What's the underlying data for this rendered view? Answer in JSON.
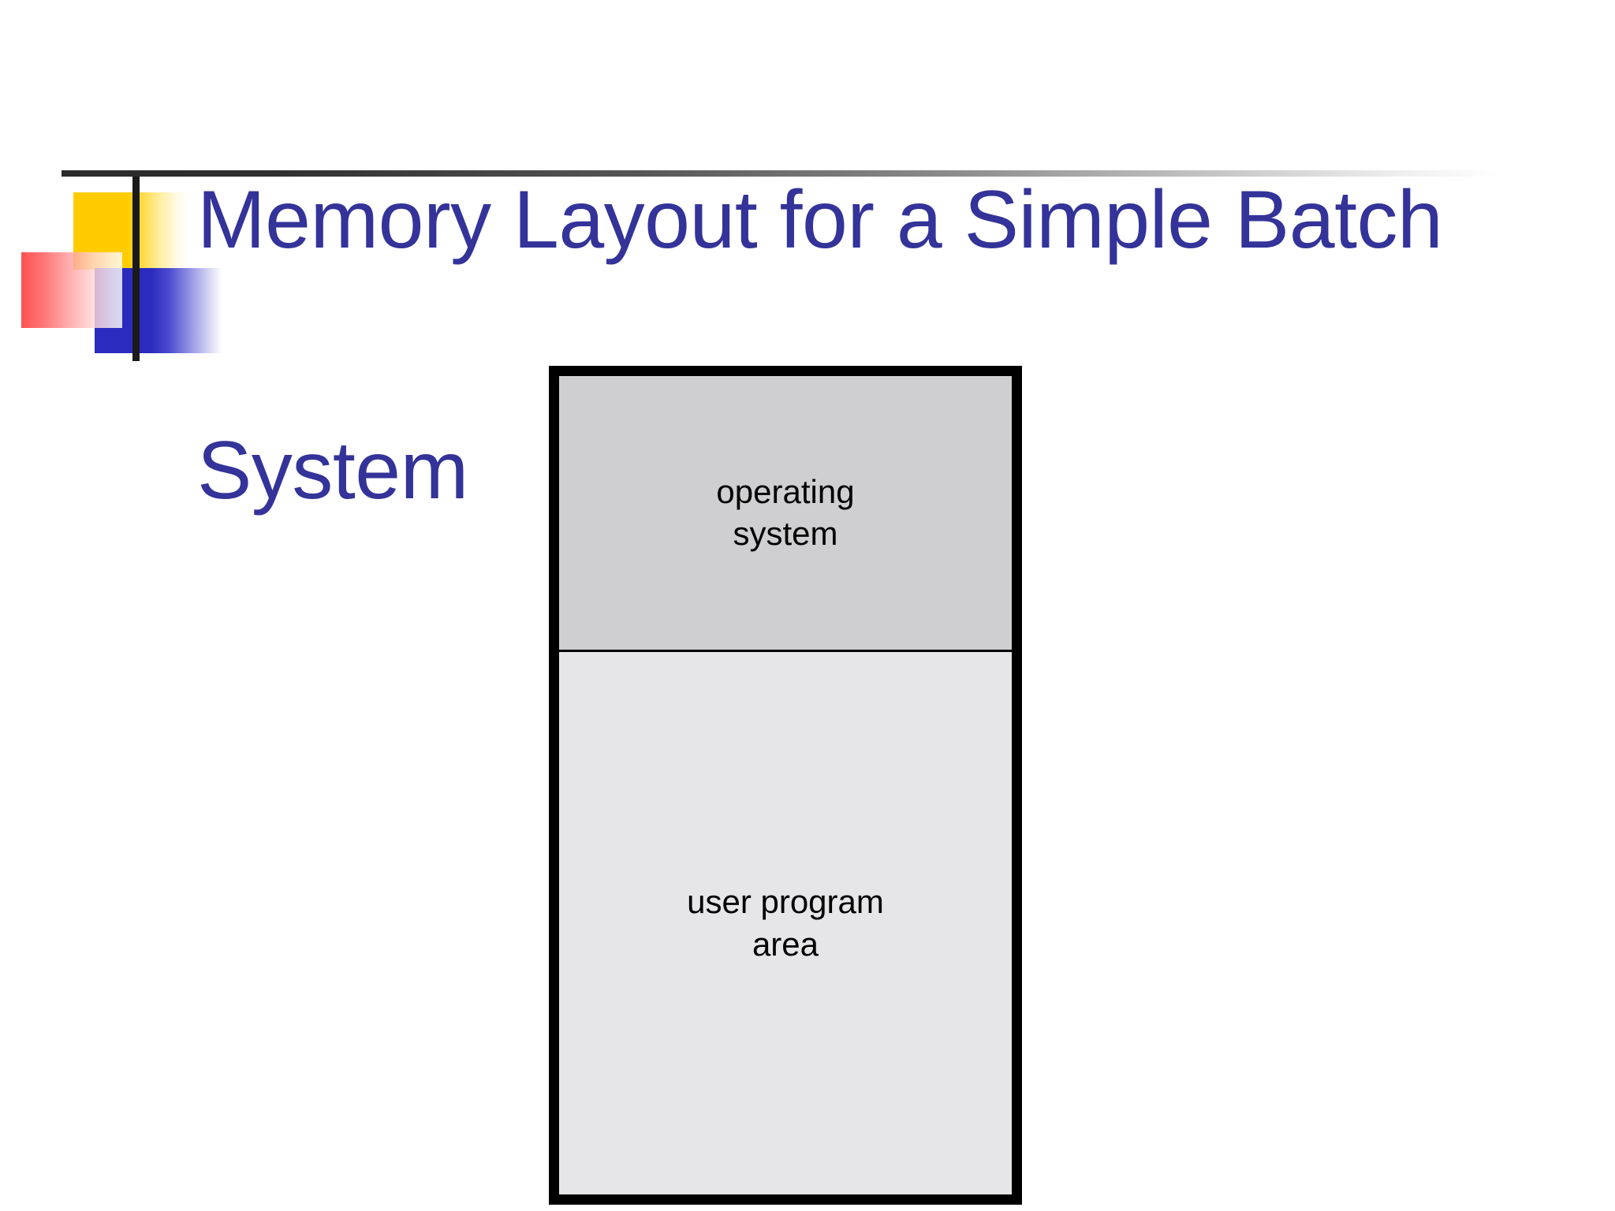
{
  "slide": {
    "title": {
      "line1": "Memory Layout for a Simple Batch",
      "line2": "System",
      "color": "#333399"
    }
  },
  "logo": {
    "name": "decorative-corner-motif",
    "colors": {
      "yellow": "#ffcc00",
      "blue": "#2b2bbf",
      "red": "#ff2b2b",
      "line": "#1a1a1a"
    }
  },
  "diagram": {
    "name": "memory-layout-diagram",
    "border_color": "#000000",
    "regions": [
      {
        "id": "operating-system",
        "label": "operating\nsystem",
        "fill": "#cfcfd1"
      },
      {
        "id": "user-program-area",
        "label": "user program\narea",
        "fill": "#e6e6e8"
      }
    ]
  }
}
